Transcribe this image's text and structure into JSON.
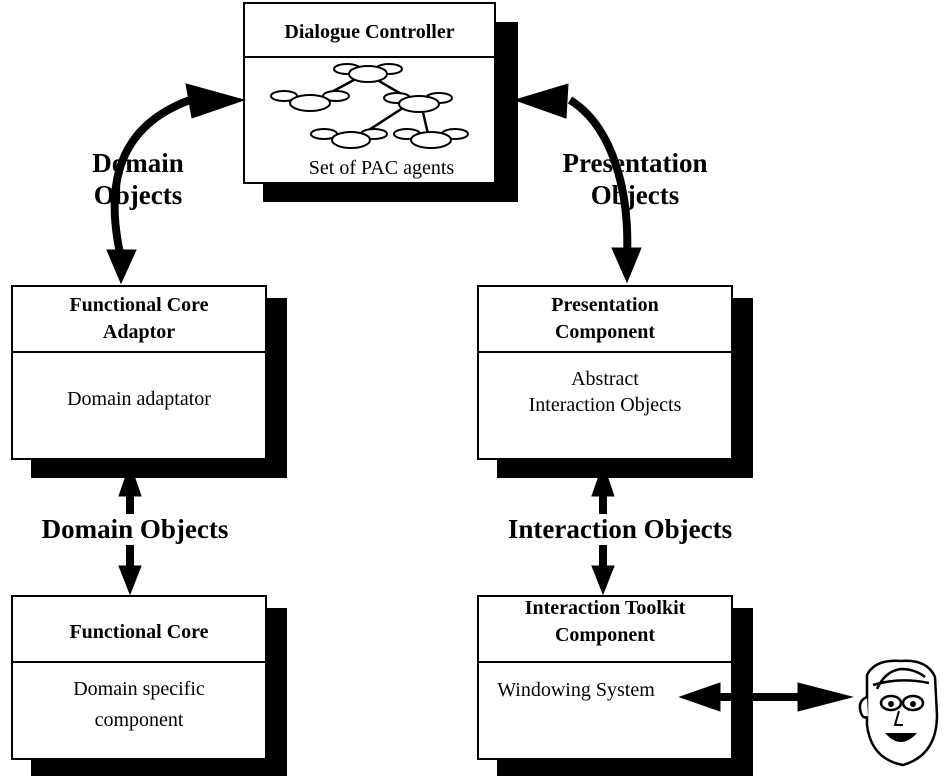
{
  "dialogue_controller": {
    "title": "Dialogue Controller",
    "body": "Set of PAC agents"
  },
  "functional_core_adaptor": {
    "title_line1": "Functional Core",
    "title_line2": "Adaptor",
    "body": "Domain adaptator"
  },
  "presentation_component": {
    "title_line1": "Presentation",
    "title_line2": "Component",
    "body_line1": "Abstract",
    "body_line2": "Interaction Objects"
  },
  "functional_core": {
    "title": "Functional Core",
    "body_line1": "Domain specific",
    "body_line2": "component"
  },
  "interaction_toolkit": {
    "title_line1": "Interaction Toolkit",
    "title_line2": "Component",
    "body": "Windowing System"
  },
  "labels": {
    "domain_objects_top_line1": "Domain",
    "domain_objects_top_line2": "Objects",
    "presentation_objects_line1": "Presentation",
    "presentation_objects_line2": "Objects",
    "domain_objects_mid": "Domain Objects",
    "interaction_objects": "Interaction Objects"
  },
  "icons": {
    "user": "user-face-icon",
    "agent_tree": "pac-agent-tree-icon"
  }
}
